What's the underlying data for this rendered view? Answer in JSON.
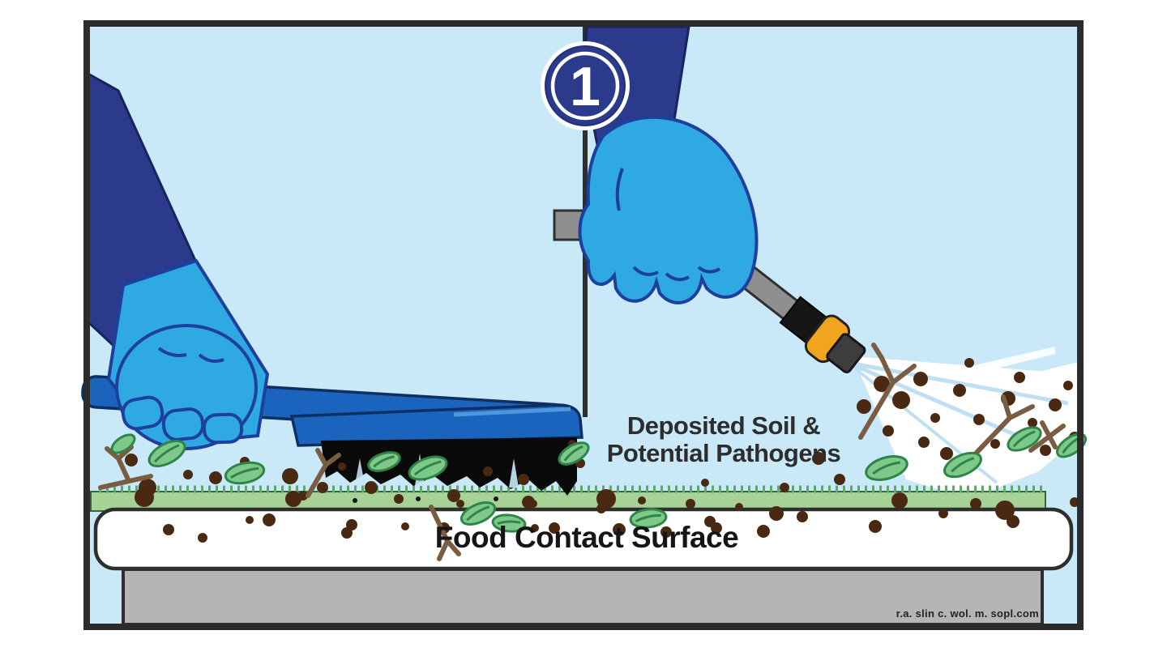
{
  "illustration": {
    "step_badge": "1",
    "labels": {
      "soil_line1": "Deposited Soil &",
      "soil_line2": "Potential Pathogens",
      "surface": "Food Contact Surface",
      "credit": "r.a. slin c. wol. m. sopl.com"
    },
    "scene": {
      "left_panel": "gloved hand scrubbing soiled surface with brush",
      "right_panel": "gloved hand rinsing surface with spray wand"
    },
    "colors": {
      "background_sky": "#c9e9f8",
      "frame_border": "#2b2b2b",
      "sleeve_navy": "#2b3a8a",
      "glove_blue": "#2fa9e2",
      "glove_outline": "#1d3f9e",
      "brush_blue": "#1a64bd",
      "bristle_black": "#0a0a0a",
      "surface_green": "#a7d295",
      "grass_fringe": "#5fa968",
      "dirt_brown": "#4a2913",
      "leaf_green": "#7ec98a",
      "leaf_outline": "#2e8548",
      "twig_brown": "#7a5c42",
      "wand_gray": "#8f8f8f",
      "nozzle_orange": "#f0a41f",
      "table_gray": "#b5b5b5",
      "spray_streak": "#bfe0f2"
    }
  }
}
